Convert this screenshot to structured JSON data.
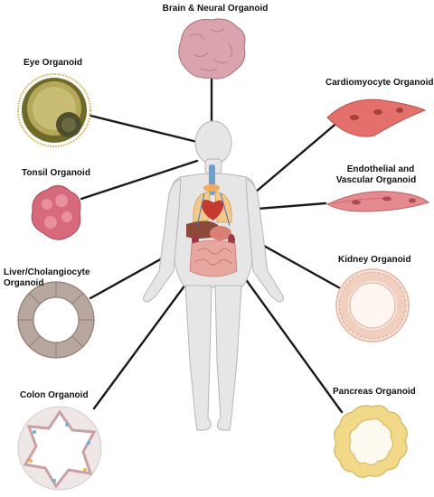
{
  "labels": {
    "brain": "Brain & Neural Organoid",
    "eye": "Eye Organoid",
    "cardio": "Cardiomyocyte Organoid",
    "tonsil": "Tonsil Organoid",
    "endo_line1": "Endothelial and",
    "endo_line2": "Vascular Organoid",
    "liver_line1": "Liver/Cholangiocyte",
    "liver_line2": "Organoid",
    "kidney": "Kidney Organoid",
    "colon": "Colon Organoid",
    "pancreas": "Pancreas Organoid"
  },
  "colors": {
    "connector": "#1a1a1a",
    "body_fill": "#e6e6e6",
    "body_stroke": "#b5b5b5",
    "brain": "#d9a4ad",
    "eye_outer": "#6d6a2a",
    "eye_inner": "#b5a85a",
    "cardio": "#e3706a",
    "tonsil": "#d66a7c",
    "endothelial": "#e58a8f",
    "liver": "#b8a79f",
    "kidney": "#f6d8cc",
    "colon_bg": "#efe7e6",
    "pancreas": "#f2d98a"
  }
}
